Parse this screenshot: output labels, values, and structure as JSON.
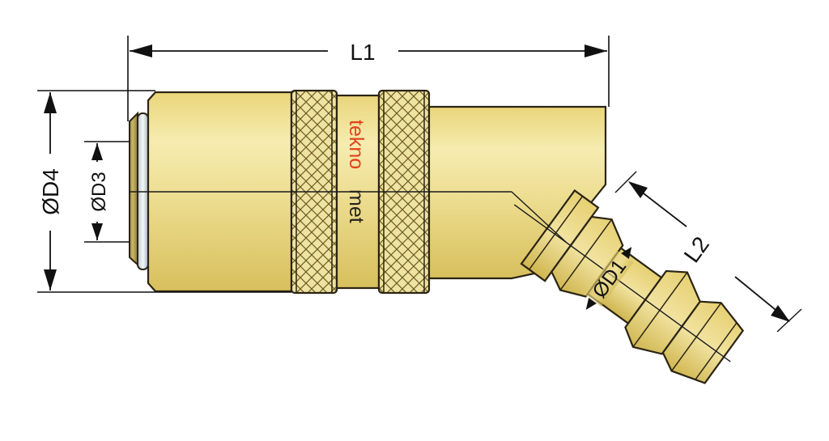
{
  "diagram": {
    "type": "technical-drawing",
    "subject": "45-degree angled brass quick coupling with hose barb",
    "dimensions": {
      "L1": "L1",
      "L2": "L2",
      "D1": "ØD1",
      "D3": "ØD3",
      "D4": "ØD4"
    },
    "brand": {
      "part1": "tekno",
      "part2": "met",
      "part1_color": "#e2401c",
      "part2_color": "#222222"
    },
    "colors": {
      "brass_light": "#f3e6a0",
      "brass_mid": "#e3cf6a",
      "brass_dark": "#b39a3a",
      "outline": "#2b2413",
      "seal_ring": "#dfe6ea",
      "dimension_line": "#111111"
    }
  }
}
